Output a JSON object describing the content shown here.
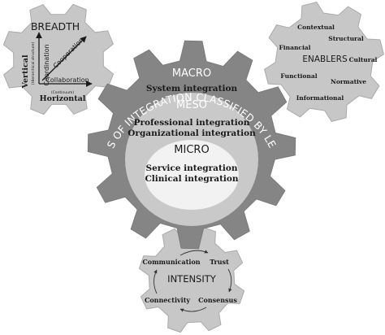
{
  "colors": {
    "gear_light": "#c7c7c7",
    "gear_center": "#858585",
    "gear_edge": "#9a9a9a",
    "meso": "#c9c9c9",
    "micro": "#f2f2f2",
    "hub": "#e7e7e7",
    "text": "#1a1a1a",
    "text_light": "#ffffff"
  },
  "center_gear": {
    "title": "TYPES OF INTEGRATION CLASSIFIED BY LEVELS",
    "macro": {
      "label": "MACRO",
      "items": [
        "System integration"
      ]
    },
    "meso": {
      "label": "MESO",
      "items": [
        "Professional integration",
        "Organizational integration"
      ]
    },
    "micro": {
      "label": "MICRO",
      "items": [
        "Service integration",
        "Clinical integration"
      ]
    }
  },
  "breadth_gear": {
    "title": "BREADTH",
    "vertical_label": "Vertical",
    "vertical_sublabel": "(Hierarchical structure)",
    "horizontal_label": "Horizontal",
    "horizontal_sublabel": "(Continuum)",
    "diagonal_items": [
      "Collaboration",
      "Coordination",
      "Cooperation"
    ]
  },
  "enablers_gear": {
    "title": "ENABLERS",
    "items": [
      "Contextual",
      "Structural",
      "Financial",
      "Cultural",
      "Functional",
      "Normative",
      "Informational"
    ]
  },
  "intensity_gear": {
    "title": "INTENSITY",
    "items": [
      "Communication",
      "Trust",
      "Connectivity",
      "Consensus"
    ]
  }
}
